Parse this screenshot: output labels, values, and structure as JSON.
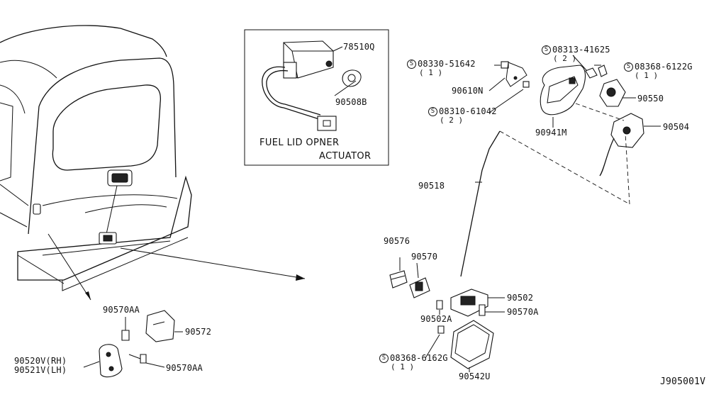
{
  "inset": {
    "caption_line1": "FUEL LID OPNER",
    "caption_line2": "ACTUATOR",
    "parts": {
      "actuator": "78510Q",
      "gasket": "90508B"
    }
  },
  "parts": {
    "screw_a": "08330-51642",
    "screw_a_qty": "( 1 )",
    "screw_b": "08313-41625",
    "screw_b_qty": "( 2 )",
    "screw_c": "08368-6122G",
    "screw_c_qty": "( 1 )",
    "retainer": "90610N",
    "screw_d": "08310-61042",
    "screw_d_qty": "( 2 )",
    "lock_assembly": "90550",
    "back_door_lock": "90504",
    "cover": "90941M",
    "rod": "90518",
    "cap": "90576",
    "striker": "90570",
    "handle": "90502",
    "bolt_handle": "90570A",
    "bracket_handle": "90502A",
    "screw_e": "08368-6162G",
    "screw_e_qty": "( 1 )",
    "finisher": "90542U",
    "bolt_top": "90570AA",
    "stopper": "90572",
    "bumper_rh": "90520V(RH)",
    "bumper_lh": "90521V(LH)",
    "bolt_bottom": "90570AA"
  },
  "s_symbol": "S",
  "diagram_id": "J905001V"
}
